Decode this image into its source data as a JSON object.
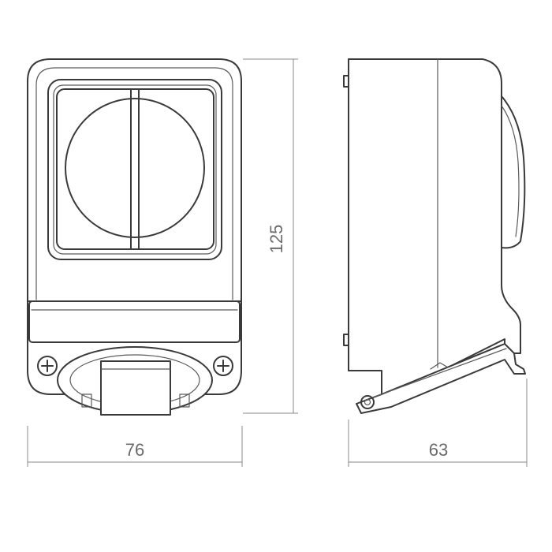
{
  "dimensions": {
    "height": "125",
    "width": "76",
    "depth": "63"
  },
  "colors": {
    "line": "#3a3a3a",
    "dimension_line": "#8a8a8a",
    "dimension_text": "#6a6a6a",
    "background": "#ffffff"
  }
}
